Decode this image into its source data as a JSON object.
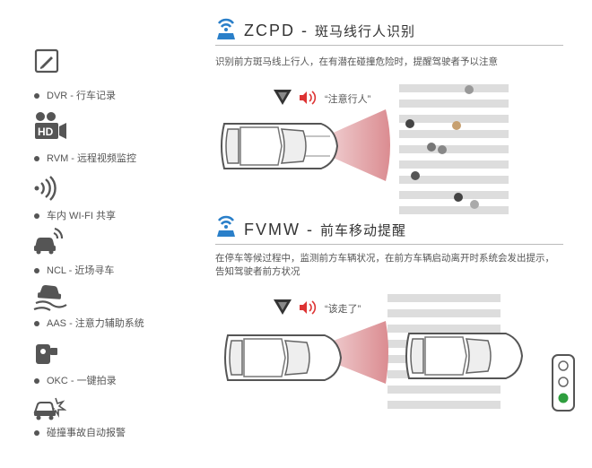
{
  "sidebar": {
    "items": [
      {
        "label": "DVR - 行车记录",
        "icon": "pen-square-icon"
      },
      {
        "label": "RVM - 远程视频监控",
        "icon": "hd-camera-icon"
      },
      {
        "label": "车内 WI-FI 共享",
        "icon": "wifi-waves-icon"
      },
      {
        "label": "NCL - 近场寻车",
        "icon": "car-signal-icon"
      },
      {
        "label": "AAS - 注意力辅助系统",
        "icon": "skidding-car-icon"
      },
      {
        "label": "OKC - 一键拍录",
        "icon": "camera-button-icon"
      },
      {
        "label": "碰撞事故自动报警",
        "icon": "crash-alert-icon"
      }
    ]
  },
  "zcpd": {
    "title_code": "ZCPD",
    "title_sep": " - ",
    "title_zh": "斑马线行人识别",
    "description": "识别前方斑马线上行人，在有潜在碰撞危险时，提醒驾驶者予以注意",
    "bubble": "“注意行人”"
  },
  "fvmw": {
    "title_code": "FVMW",
    "title_sep": " - ",
    "title_zh": "前车移动提醒",
    "description": "在停车等候过程中，监测前方车辆状况，在前方车辆启动离开时系统会发出提示，告知驾驶者前方状况",
    "bubble": "“该走了”"
  },
  "colors": {
    "accent_blue": "#2a7fc9",
    "sensor_red": "#d9868b",
    "traffic_green": "#2e9e3e",
    "stripe_gray": "#dddddd"
  }
}
